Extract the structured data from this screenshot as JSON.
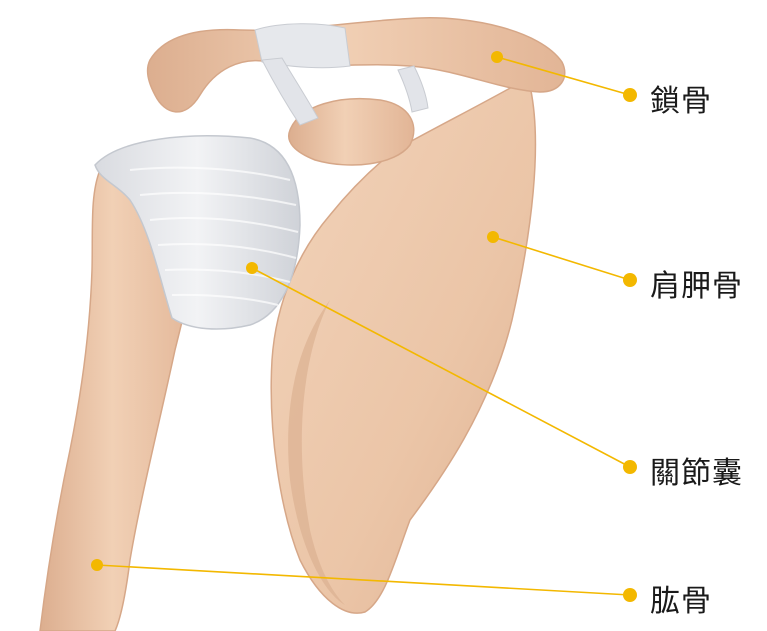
{
  "labels": {
    "clavicle": "鎖骨",
    "scapula": "肩胛骨",
    "capsule": "關節囊",
    "humerus": "肱骨"
  },
  "colors": {
    "bone": "#ecc8ac",
    "bone_shadow": "#d9a98a",
    "ligament": "#e4e6ea",
    "leader": "#f3b800"
  }
}
